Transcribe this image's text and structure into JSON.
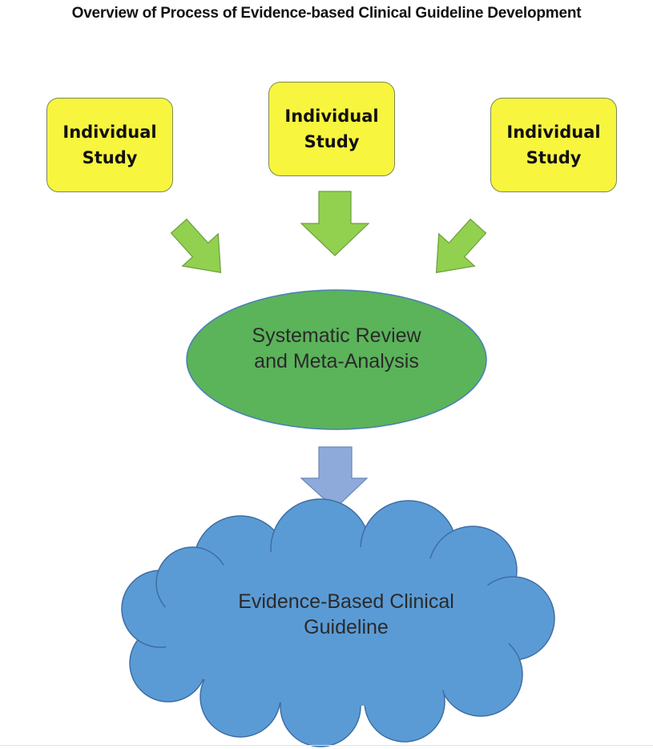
{
  "title": "Overview of Process of Evidence-based Clinical Guideline Development",
  "studies": [
    {
      "line1": "Individual",
      "line2": "Study"
    },
    {
      "line1": "Individual",
      "line2": "Study"
    },
    {
      "line1": "Individual",
      "line2": "Study"
    }
  ],
  "review": {
    "line1": "Systematic Review",
    "line2": "and Meta-Analysis"
  },
  "guideline": {
    "line1": "Evidence-Based Clinical",
    "line2": "Guideline"
  },
  "colors": {
    "study_fill": "#f8f53f",
    "study_arrow": "#92d050",
    "review_fill": "#5bb35a",
    "guideline_arrow": "#8eaadb",
    "guideline_fill": "#5b9bd5"
  }
}
